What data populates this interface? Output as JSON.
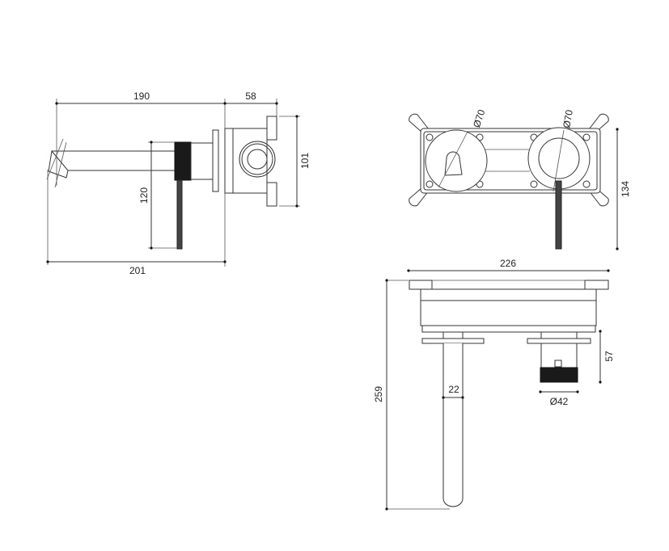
{
  "side_view": {
    "dim_spout_reach": "190",
    "dim_body_depth": "58",
    "dim_lever_length": "120",
    "dim_body_height": "101",
    "dim_total_projection": "201"
  },
  "front_view": {
    "dim_diameter_left": "Ø70",
    "dim_diameter_right": "Ø70",
    "dim_height": "134"
  },
  "top_view": {
    "dim_width": "226",
    "dim_handle_depth": "57",
    "dim_handle_diameter": "Ø42",
    "dim_spout_diameter": "22",
    "dim_total_depth": "259"
  }
}
